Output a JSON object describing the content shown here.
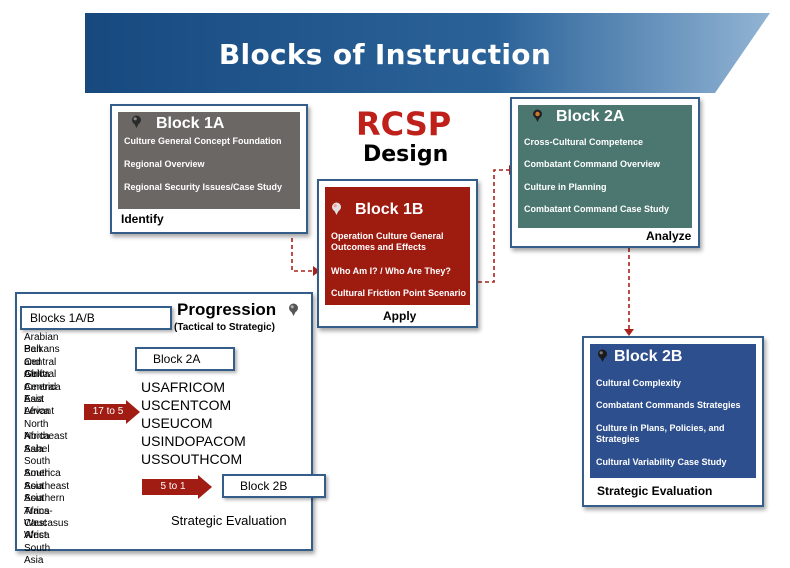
{
  "banner": {
    "title": "Blocks of Instruction"
  },
  "rcsp": {
    "title": "RCSP",
    "subtitle": "Design"
  },
  "block1a": {
    "title": "Block 1A",
    "items": [
      "Culture General Concept Foundation",
      "Regional Overview",
      "Regional Security Issues/Case Study"
    ],
    "stage": "Identify",
    "color": "#6b6765"
  },
  "block1b": {
    "title": "Block 1B",
    "items": [
      "Operation Culture General Outcomes and Effects",
      "Who Am I? / Who Are They?",
      "Cultural Friction Point Scenario"
    ],
    "stage": "Apply",
    "color": "#9e1b10"
  },
  "block2a": {
    "title": "Block 2A",
    "items": [
      "Cross-Cultural Competence",
      "Combatant Command Overview",
      "Culture in Planning",
      "Combatant Command Case Study"
    ],
    "stage": "Analyze",
    "color": "#4b7770"
  },
  "block2b": {
    "title": "Block 2B",
    "items": [
      "Cultural Complexity",
      "Combatant Commands Strategies",
      "Culture in Plans, Policies, and Strategies",
      "Cultural Variability Case Study"
    ],
    "stage": "Strategic Evaluation",
    "color": "#2e4f8e"
  },
  "progression": {
    "title": "Progression",
    "subtitle": "(Tactical to Strategic)",
    "tag_1ab": "Blocks 1A/B",
    "tag_2a": "Block 2A",
    "tag_2b": "Block 2B",
    "regions": [
      "Arabian Pen and Gulf",
      "Balkans",
      "Central Africa",
      "Central America",
      "Central Asia",
      "East Africa",
      "Levant",
      "North Africa",
      "Northeast Asia",
      "Sahel",
      "South America",
      "South Asia",
      "Southeast Asia",
      "Southern Africa",
      "Trans-Caucasus",
      "West Africa",
      "West South Asia"
    ],
    "commands": [
      "USAFRICOM",
      "USCENTCOM",
      "USEUCOM",
      "USINDOPACOM",
      "USSOUTHCOM"
    ],
    "arrow1_label": "17 to 5",
    "arrow2_label": "5 to 1",
    "strategic_eval": "Strategic Evaluation"
  },
  "colors": {
    "banner_dark": "#1a4f86",
    "banner_light": "#8aaed0",
    "connector": "#a9231d"
  }
}
